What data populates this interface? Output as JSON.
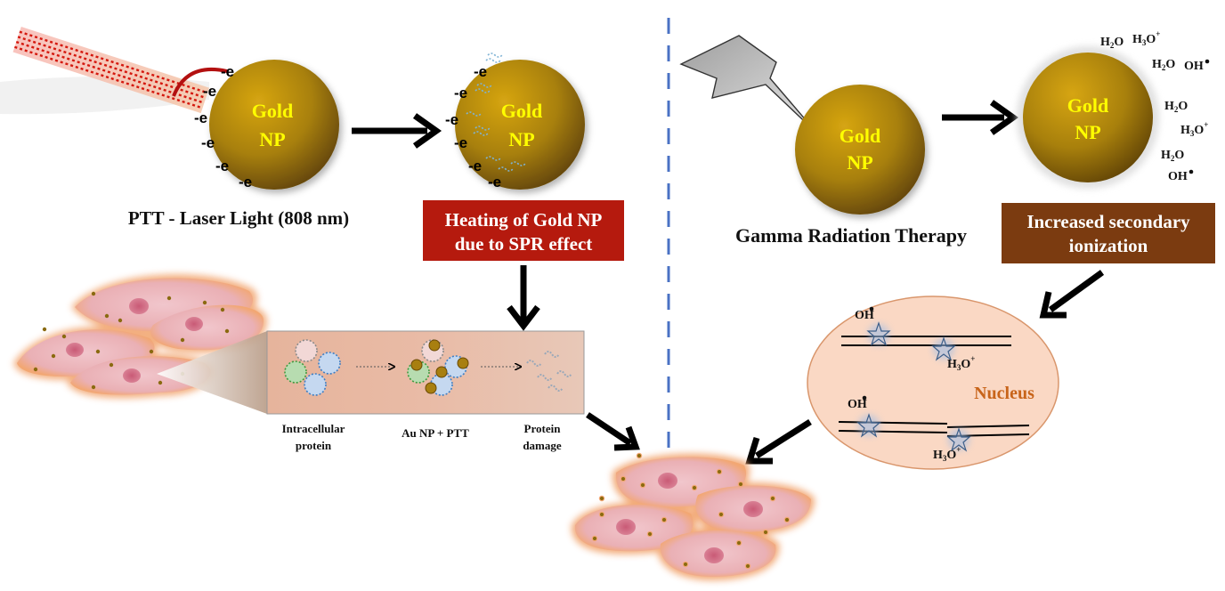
{
  "nanoparticle": {
    "line1": "Gold",
    "line2": "NP"
  },
  "electron_label": "-e",
  "ptt_caption": "PTT - Laser Light (808 nm)",
  "heating_box": {
    "line1": "Heating of Gold NP",
    "line2": "due to SPR effect"
  },
  "gamma_caption": "Gamma Radiation Therapy",
  "ionization_box": {
    "line1": "Increased secondary",
    "line2": "ionization"
  },
  "inset_labels": {
    "intracellular": {
      "line1": "Intracellular",
      "line2": "protein"
    },
    "au_ptt": "Au NP + PTT",
    "damage": {
      "line1": "Protein",
      "line2": "damage"
    }
  },
  "nucleus": {
    "title": "Nucleus",
    "oh": "OH",
    "h3o": "H",
    "h3o_sub": "3",
    "h3o_tail": "O",
    "h3o_sup": "+"
  },
  "molecules": {
    "h2o_h": "H",
    "h2o_sub": "2",
    "h2o_o": "O",
    "oh": "OH",
    "h3o_h": "H",
    "h3o_sub": "3",
    "h3o_o": "O",
    "h3o_sup": "+"
  },
  "colors": {
    "gold_light": "#c8960a",
    "gold_dark": "#6b4a05",
    "heating_box": "#b51a0e",
    "ionization_box": "#7b3b10",
    "divider": "#4a72c4",
    "nucleus_title": "#c8641a",
    "laser": "#d4180e"
  }
}
